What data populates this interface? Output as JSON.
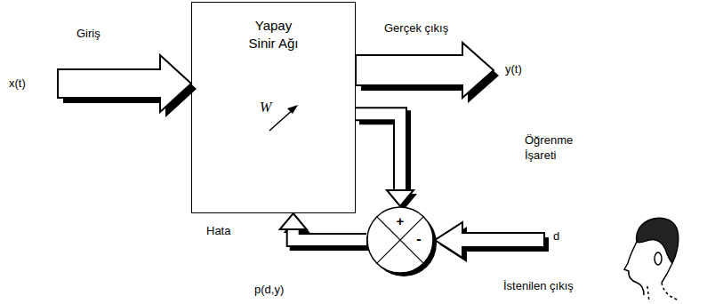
{
  "diagram": {
    "nodes": [
      {
        "text": [
          "Yapay Sinir Ağı",
          "W"
        ]
      },
      {
        "text": [
          "+",
          "-"
        ]
      }
    ],
    "edges": [
      {
        "from": 0,
        "to": 1,
        "arrow": "to"
      },
      {
        "from": 1,
        "to": 0,
        "arrow": "to"
      }
    ],
    "labels": [
      "Giriş",
      "x(t)",
      "Gerçek çıkış",
      "y(t)",
      "Öğrenme İşareti",
      "d",
      "İstenilen çıkış",
      "Hata",
      "p(d,y)"
    ]
  }
}
